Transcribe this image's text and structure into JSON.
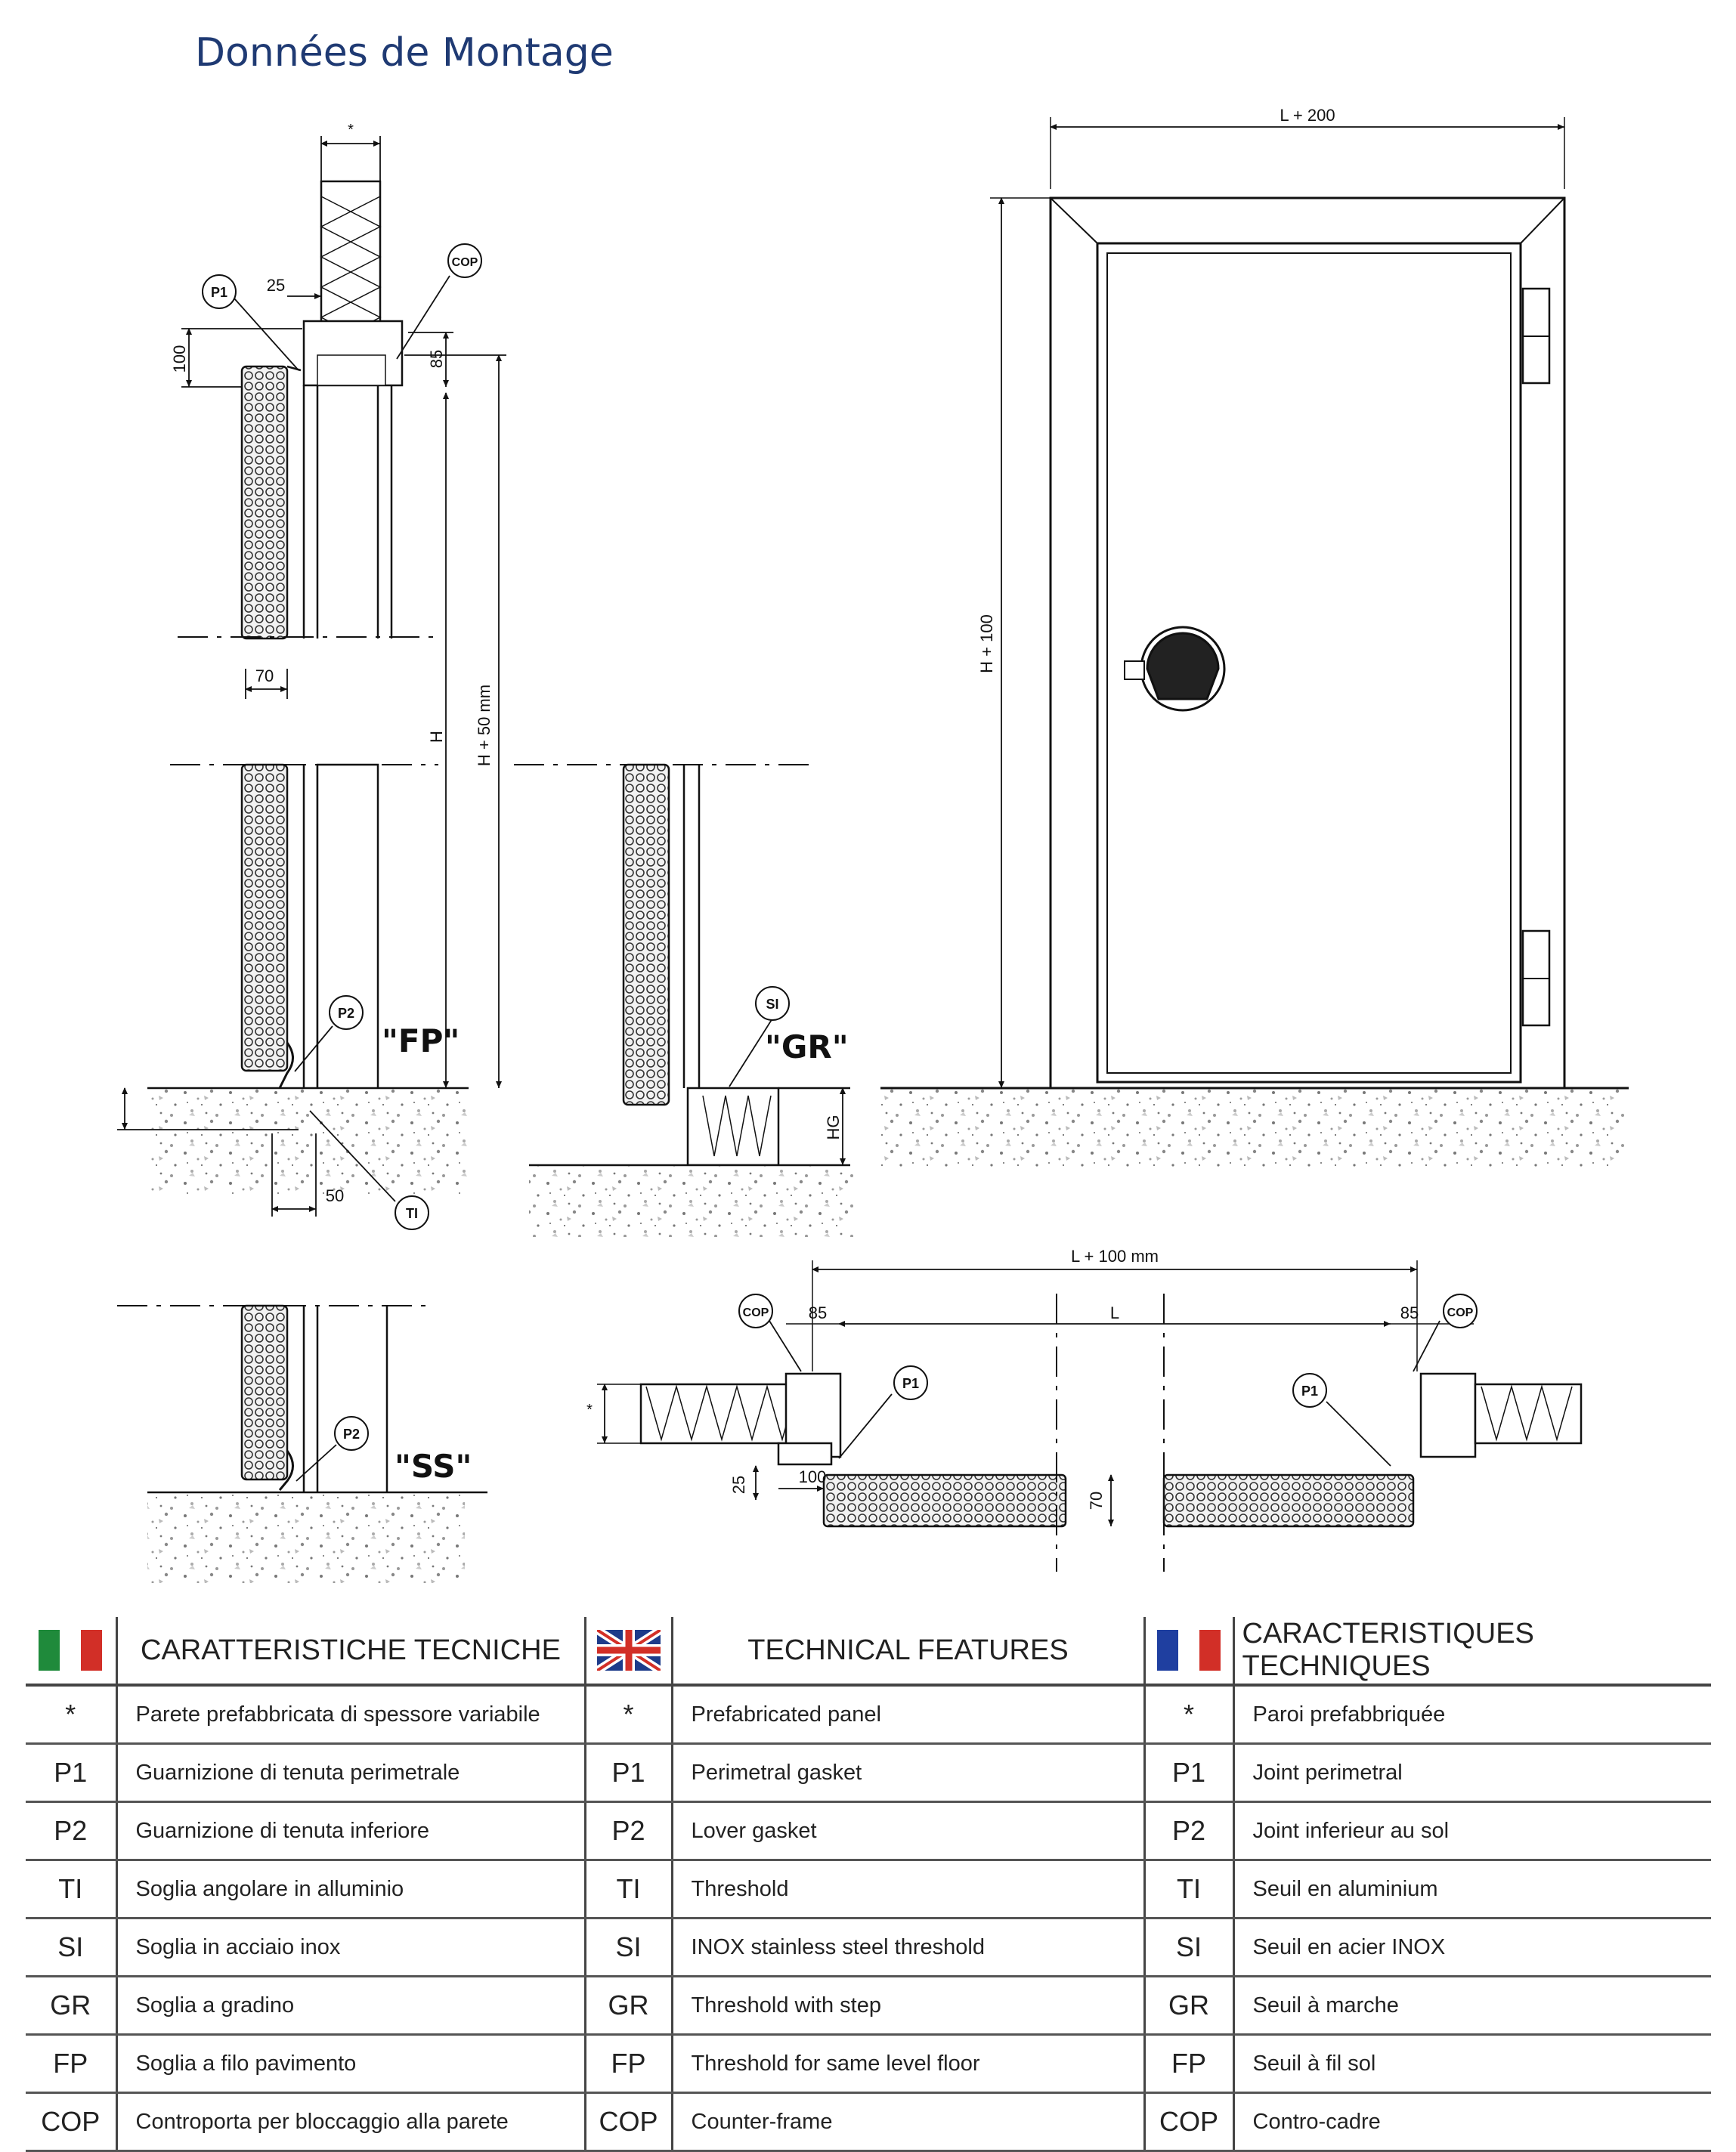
{
  "title": "Données de Montage",
  "labels": {
    "star": "*",
    "p1": "P1",
    "p2": "P2",
    "cop": "COP",
    "ti": "TI",
    "si": "SI",
    "fp": "\"FP\"",
    "gr": "\"GR\"",
    "ss": "\"SS\"",
    "d25": "25",
    "d100": "100",
    "d85": "85",
    "d70": "70",
    "d50": "50",
    "h": "H",
    "h50": "H + 50 mm",
    "hg": "HG",
    "l200": "L + 200",
    "h100": "H + 100",
    "l100": "L + 100 mm",
    "l": "L"
  },
  "colors": {
    "title": "#1f3a73",
    "italy": [
      "#1f8a3b",
      "#ffffff",
      "#d22f27"
    ],
    "france": [
      "#1f3fa0",
      "#ffffff",
      "#d22f27"
    ],
    "uk": [
      "#1d3b8a",
      "#ffffff",
      "#d22f27"
    ]
  },
  "table": {
    "headers": [
      "CARATTERISTICHE TECNICHE",
      "TECHNICAL FEATURES",
      "CARACTERISTIQUES TECHNIQUES"
    ],
    "flags": [
      "italy-flag-icon",
      "uk-flag-icon",
      "france-flag-icon"
    ],
    "rows": [
      {
        "code": "*",
        "it": "Parete prefabbricata di spessore variabile",
        "en": "Prefabricated panel",
        "fr": "Paroi prefabbriquée"
      },
      {
        "code": "P1",
        "it": "Guarnizione di tenuta perimetrale",
        "en": "Perimetral gasket",
        "fr": "Joint perimetral"
      },
      {
        "code": "P2",
        "it": "Guarnizione di tenuta inferiore",
        "en": "Lover gasket",
        "fr": "Joint inferieur au sol"
      },
      {
        "code": "TI",
        "it": "Soglia angolare in alluminio",
        "en": "Threshold",
        "fr": "Seuil en aluminium"
      },
      {
        "code": "SI",
        "it": "Soglia in acciaio inox",
        "en": "INOX stainless steel threshold",
        "fr": "Seuil en acier INOX"
      },
      {
        "code": "GR",
        "it": "Soglia a gradino",
        "en": "Threshold with step",
        "fr": "Seuil à marche"
      },
      {
        "code": "FP",
        "it": "Soglia a filo pavimento",
        "en": "Threshold for same level floor",
        "fr": "Seuil à fil sol"
      },
      {
        "code": "COP",
        "it": "Controporta per bloccaggio alla parete",
        "en": "Counter-frame",
        "fr": "Contro-cadre"
      }
    ]
  }
}
